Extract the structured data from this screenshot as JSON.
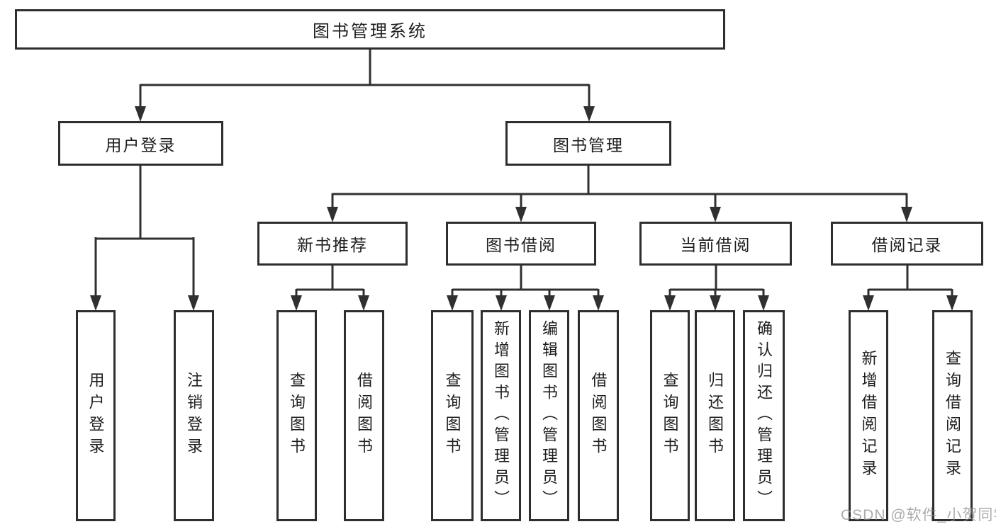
{
  "diagram": {
    "title": "图书管理系统",
    "branches": [
      {
        "label": "用户登录",
        "leaves": [
          "用户登录",
          "注销登录"
        ]
      },
      {
        "label": "图书管理",
        "groups": [
          {
            "label": "新书推荐",
            "leaves": [
              "查询图书",
              "借阅图书"
            ]
          },
          {
            "label": "图书借阅",
            "leaves": [
              "查询图书",
              "新增图书（管理员）",
              "编辑图书（管理员）",
              "借阅图书"
            ]
          },
          {
            "label": "当前借阅",
            "leaves": [
              "查询图书",
              "归还图书",
              "确认归还（管理员）"
            ]
          },
          {
            "label": "借阅记录",
            "leaves": [
              "新增借阅记录",
              "查询借阅记录"
            ]
          }
        ]
      }
    ]
  },
  "watermark": {
    "text": "CSDN @软件_小贺同学"
  },
  "colors": {
    "line": "#303030",
    "box_border": "#2e2e2e",
    "text": "#1e1e1e",
    "background": "#ffffff",
    "watermark": "#8c8c8c"
  }
}
